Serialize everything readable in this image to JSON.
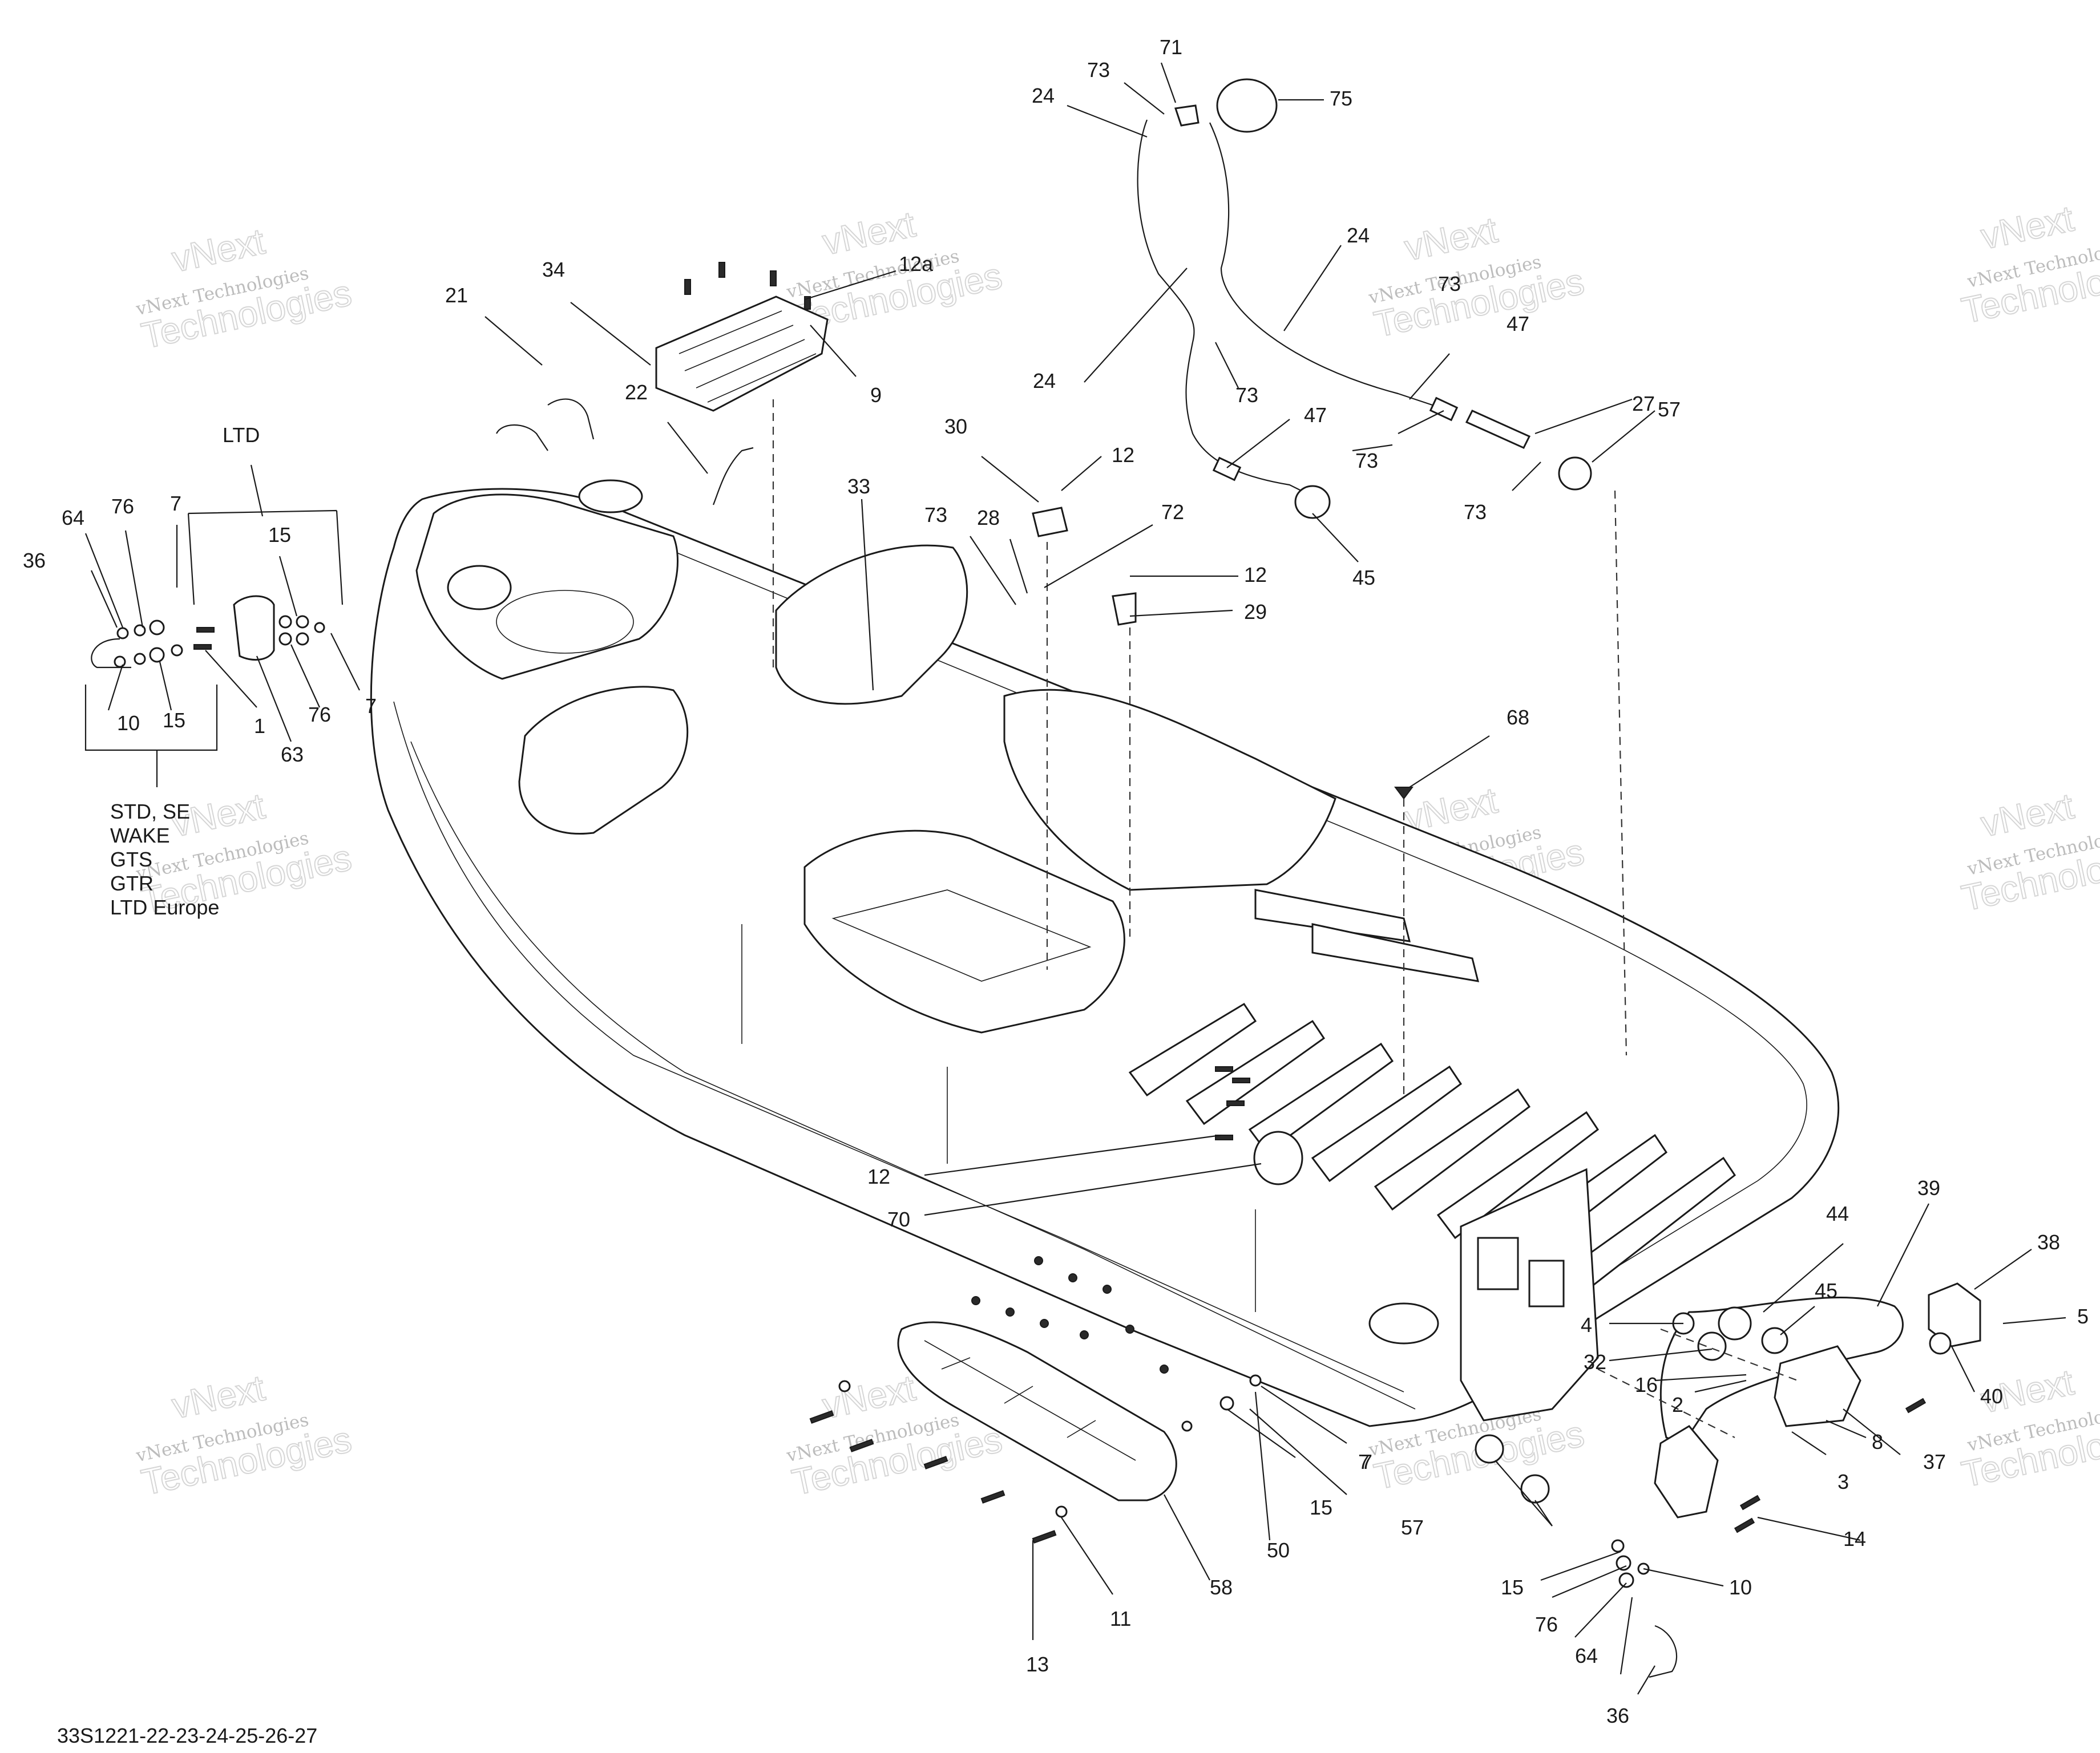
{
  "diagram_code": "33S1221-22-23-24-25-26-27",
  "watermark": {
    "line1": "vNext Technologies",
    "line2": "vNext",
    "line3": "Technologies"
  },
  "variant_labels": {
    "ltd": "LTD",
    "std": [
      "STD, SE",
      "WAKE",
      "GTS",
      "GTR",
      "LTD Europe"
    ]
  },
  "callouts": [
    "71",
    "73",
    "24",
    "75",
    "12a",
    "34",
    "21",
    "9",
    "24",
    "73",
    "47",
    "24",
    "27",
    "57",
    "73",
    "22",
    "30",
    "47",
    "73",
    "12",
    "73",
    "73",
    "72",
    "28",
    "33",
    "45",
    "12",
    "29",
    "LTD",
    "64",
    "76",
    "7",
    "15",
    "36",
    "7",
    "10",
    "15",
    "1",
    "76",
    "63",
    "68",
    "12",
    "70",
    "44",
    "39",
    "38",
    "5",
    "4",
    "45",
    "32",
    "16",
    "2",
    "40",
    "37",
    "7",
    "8",
    "3",
    "57",
    "15",
    "50",
    "7",
    "14",
    "15",
    "10",
    "76",
    "64",
    "58",
    "11",
    "13",
    "36"
  ]
}
